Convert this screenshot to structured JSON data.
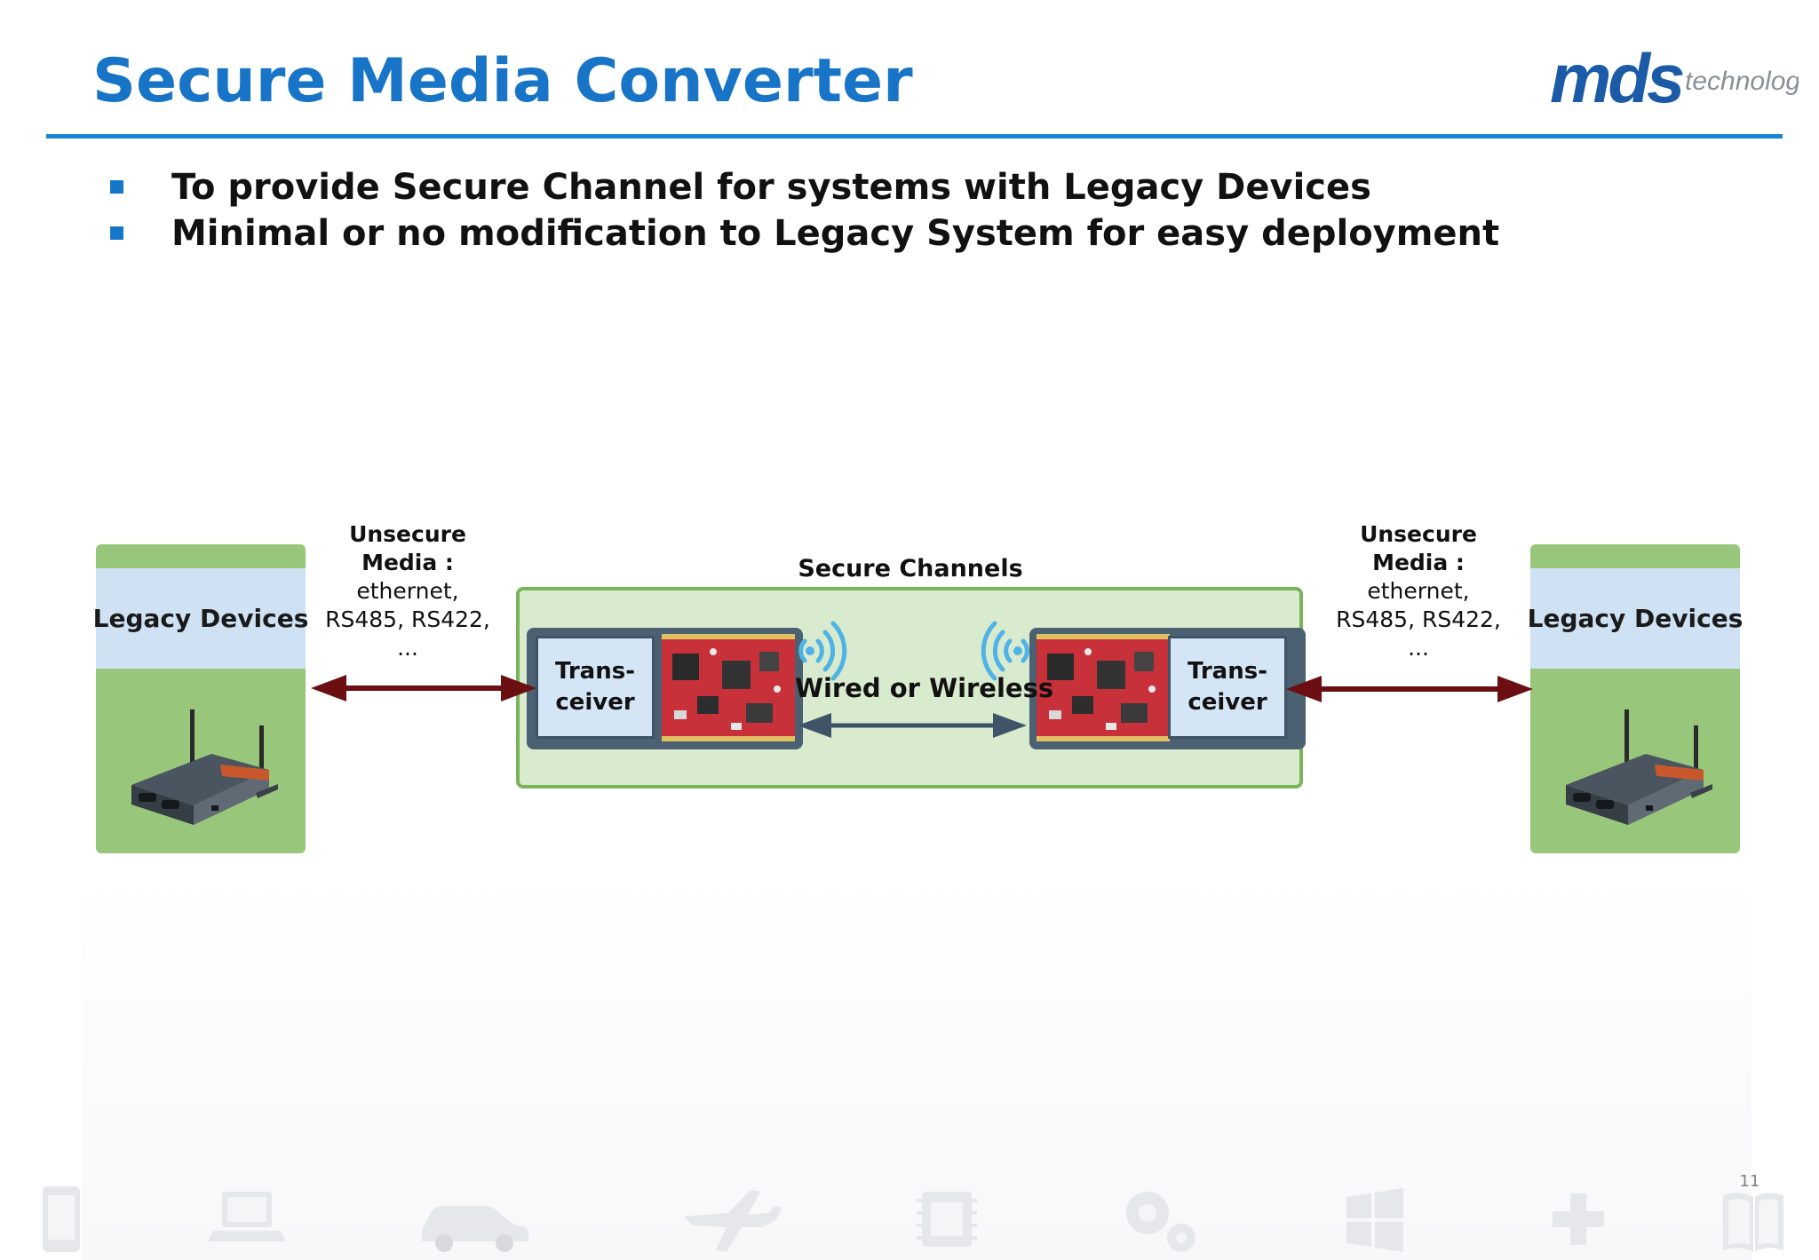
{
  "slide": {
    "title": "Secure Media Converter",
    "logo_text": "mds",
    "logo_subtext": "technology",
    "bullets": [
      "To provide Secure Channel for systems with Legacy Devices",
      "Minimal or no modification to Legacy System for easy deployment"
    ],
    "page_number": "11"
  },
  "diagram": {
    "left_device": {
      "label": "Legacy Devices"
    },
    "right_device": {
      "label": "Legacy Devices"
    },
    "left_media": {
      "line1": "Unsecure",
      "line2": "Media :",
      "line3": "ethernet,",
      "line4": "RS485, RS422,",
      "line5": "..."
    },
    "right_media": {
      "line1": "Unsecure",
      "line2": "Media :",
      "line3": "ethernet,",
      "line4": "RS485, RS422,",
      "line5": "..."
    },
    "secure_channels_label": "Secure Channels",
    "left_transceiver": {
      "line1": "Trans-",
      "line2": "ceiver"
    },
    "right_transceiver": {
      "line1": "Trans-",
      "line2": "ceiver"
    },
    "link_label": "Wired or Wireless"
  },
  "colors": {
    "title_blue": "#1874c6",
    "device_green": "#98c67b",
    "label_blue": "#cfe2f4",
    "secure_green": "#d9ebcf",
    "arrow_red": "#6b0f12",
    "arrow_slate": "#3f5466",
    "wifi_blue": "#4fb3e6"
  },
  "footer_icons": [
    "phone-icon",
    "laptop-icon",
    "car-icon",
    "airplane-icon",
    "chip-icon",
    "gears-icon",
    "windows-icon",
    "plus-icon",
    "book-icon"
  ]
}
